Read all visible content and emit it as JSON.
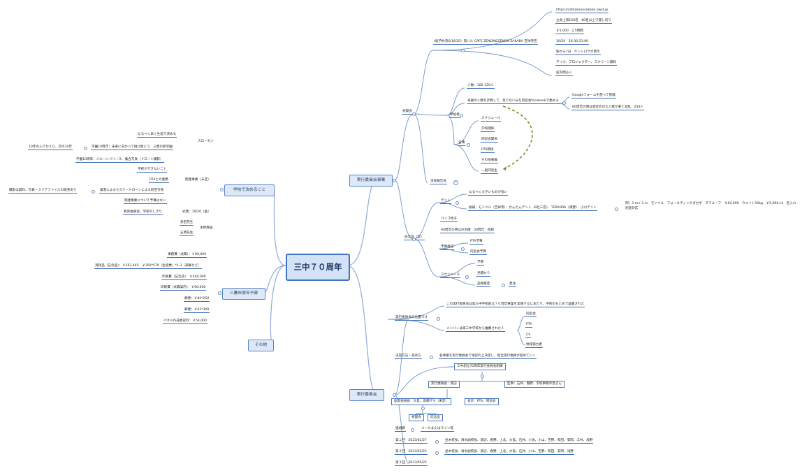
{
  "root": "三中７０周年",
  "colors": {
    "accent": "#3f73c4",
    "arrow": "#7a8c2e"
  },
  "left": {
    "school": {
      "label": "学校で決めること",
      "slogan": {
        "label": "スローガン",
        "items": [
          "なるべく早く生徒で決める",
          "学園10周年：未来に向かって飛び発とう　三鷹の新学園"
        ],
        "sub": "10年のふりかえり、次の10年"
      },
      "related": {
        "label": "関連事業（未定）",
        "items": [
          "学園10周年：バルーンリリース、集合写真（ドローン撮影）",
          "学校ができないこと",
          "PTAとの連携",
          "業者によるセスナ・ドローンによる航空写真",
          "関連事業について予算はない"
        ],
        "sub": "撮影は無料、写真・クリアファイルの販売あり"
      },
      "ceremony": {
        "label": "式典：10/20（金）",
        "item": "教育委員会、学校のしきり"
      },
      "staff": {
        "label": "主幹教諭",
        "items": [
          "黒田先生",
          "五明先生"
        ]
      }
    },
    "budget": {
      "label": "三鷹市周年予算",
      "items": [
        "事務費（式典）：￥99,000",
        "消耗品（記念品）：￥263,445　￥350*579（生徒数）*1.3（来賓など）",
        "印刷費（記念誌）：￥440,000",
        "印刷費（式典案内）：￥90,000",
        "郵便：￥84*250",
        "郵便：￥63*300",
        "パネル作成委託料：￥54,000"
      ]
    },
    "other": {
      "label": "その他"
    }
  },
  "right": {
    "exec_project": {
      "label": "実行委員会事業",
      "party": {
        "label": "祝賀会",
        "venue": {
          "label": "(仮予約済み10/20）肉バル CAFE ZENON&ZENON SAKABA 吉祥寺店",
          "items": [
            "https://cafezenonsakaba.owst.jp",
            "立食上限150名　80名以上で貸し切り",
            "￥5,000　2.5時間",
            "10/20　18:30-21:00",
            "駅から7分　ケンシロウが目印",
            "マイク、プロジェクター、スクリーン無料",
            "店内明るい"
          ]
        },
        "participants": {
          "label": "参加者",
          "count": "人数：100-120人",
          "calc": "来賓の人数を計算して、足りない分を同窓会facebookで集める",
          "calc_items": [
            "Googleフォームを使って管理",
            "60周年の時は想定外の大人数が来て混乱：250人"
          ],
          "roster": {
            "label": "名簿",
            "items": [
              "スケジュール",
              "学校関係",
              "同窓会関係",
              "PTA関係",
              "その他来賓",
              "一般同窓生"
            ]
          }
        },
        "sports": "没後報告会"
      },
      "memorial": {
        "label": "記念品（案）",
        "tent": {
          "label": "テント",
          "items": [
            "なるべく大きいものが良い"
          ],
          "cand": "候補：モンベル（吉祥寺）、かんたんテント（8社三宮）、TERADRA（東野）、小川テント",
          "cand_sub": "例）3 m× 3 m　モンベル　フォールディングガゼボ　タフルーフ　￥64,900　ウェイト10kg　￥5,060×4　名入れ別途対応"
        },
        "pipe": "パイプ椅子",
        "past": "60周年の時は冷水機　50周年：校旗",
        "budget": {
          "label": "予算確認",
          "items": [
            "PTA予算",
            "同窓会予算"
          ]
        },
        "schedule": {
          "label": "スケジュール",
          "items": [
            "予算",
            "見積もり",
            "品物確定"
          ],
          "sub": "発注"
        }
      }
    },
    "exec": {
      "label": "実行委員会",
      "position": {
        "label": "実行委員会の位置づけ",
        "desc": "この実行委員会は第三中学校創立７０周年事業を実施するにあたり、学校のもとめで設置された",
        "members_label": "メンバーは第三中学校から推薦された人",
        "members": [
          "同窓会",
          "PTA",
          "CS",
          "地域協力者"
        ]
      },
      "decision": {
        "label": "決定方法・進め方",
        "desc": "各事業を実行委員会で承認の上決定し、担当実行委員が進めていく"
      },
      "org": {
        "top": "三中創立70周年実行委員会組織",
        "chair": "実行委員長：渡辺",
        "auditor": "監事：石井、春野、学校事務手島さん",
        "vice": "副実委員長：大島、高橋マキ（未定）",
        "account": "会計：PTA、同窓会",
        "teams": [
          "祝賀会",
          "記念品"
        ]
      },
      "contact": {
        "label": "連絡網",
        "desc": "メールまたはライン等"
      },
      "meetings": [
        {
          "label": "第１回　2023/02/27",
          "attendees": "並木校長、清水副校長、渡辺、春野、上北、大島、石井、小池、小山、吉野、和田、安岡、三村、浅野"
        },
        {
          "label": "第２回　2023/03/22",
          "attendees": "並木校長、清水副校長、渡辺、春野、上北、大島、石井、小山、吉野、和田、安岡、浅野"
        },
        {
          "label": "第３回　2023/05/25",
          "attendees": ""
        }
      ]
    }
  }
}
